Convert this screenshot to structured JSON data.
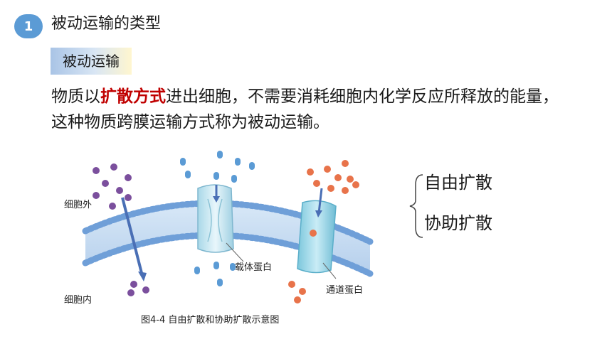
{
  "header": {
    "number": "1",
    "title": "被动运输的类型"
  },
  "subtitle": "被动运输",
  "paragraph": {
    "part1": "物质以",
    "highlight": "扩散方式",
    "part2": "进出细胞，不需要消耗细胞内化学反应所释放的能量，这种物质跨膜运输方式称为被动运输。"
  },
  "diagram": {
    "label_outside": "细胞外",
    "label_inside": "细胞内",
    "label_carrier": "载体蛋白",
    "label_channel": "通道蛋白",
    "caption": "图4-4 自由扩散和协助扩散示意图",
    "colors": {
      "purple": "#7b4f9d",
      "blue": "#5b9bd5",
      "orange": "#e8734a",
      "membrane": "#8db4e2",
      "tail": "#c9ddf2"
    }
  },
  "types": [
    {
      "label": "自由扩散"
    },
    {
      "label": "协助扩散"
    }
  ]
}
